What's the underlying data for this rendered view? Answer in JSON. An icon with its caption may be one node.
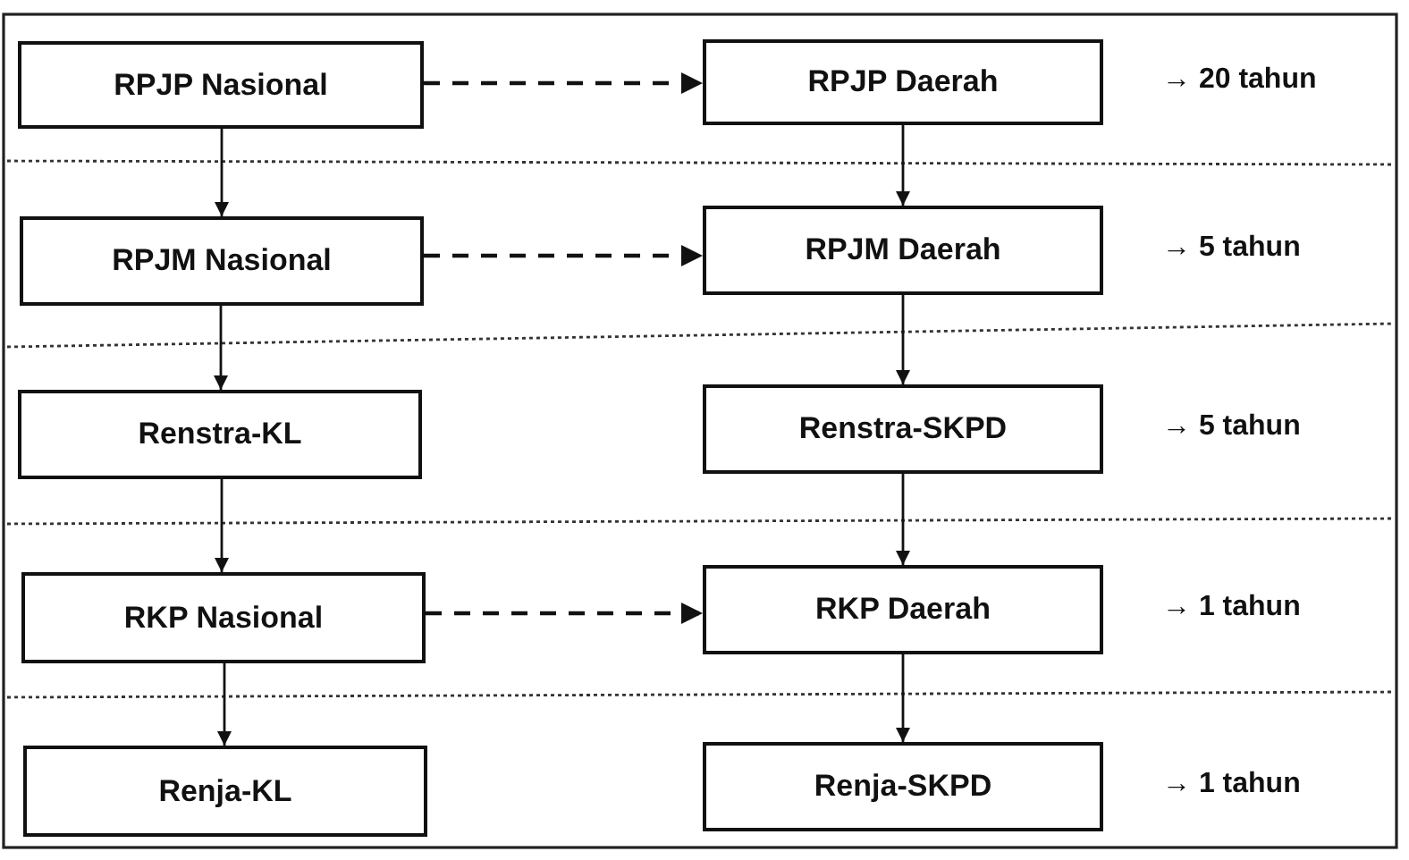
{
  "diagram": {
    "nodes": [
      {
        "text": [
          "RPJP Nasional"
        ]
      },
      {
        "text": [
          "RPJP Daerah"
        ],
        "beside": [
          "→ 20 tahun"
        ]
      },
      {
        "text": [
          "RPJM Nasional"
        ]
      },
      {
        "text": [
          "RPJM Daerah"
        ],
        "beside": [
          "→ 5 tahun"
        ]
      },
      {
        "text": [
          "Renstra-KL"
        ]
      },
      {
        "text": [
          "Renstra-SKPD"
        ],
        "beside": [
          "→ 5 tahun"
        ]
      },
      {
        "text": [
          "RKP Nasional"
        ]
      },
      {
        "text": [
          "RKP Daerah"
        ],
        "beside": [
          "→ 1 tahun"
        ]
      },
      {
        "text": [
          "Renja-KL"
        ]
      },
      {
        "text": [
          "Renja-SKPD"
        ],
        "beside": [
          "→ 1 tahun"
        ]
      }
    ],
    "edges": [
      {
        "from": 0,
        "to": 1,
        "arrow": "to",
        "style": "dashed"
      },
      {
        "from": 0,
        "to": 2,
        "arrow": "to"
      },
      {
        "from": 1,
        "to": 3,
        "arrow": "to"
      },
      {
        "from": 2,
        "to": 3,
        "arrow": "to",
        "style": "dashed"
      },
      {
        "from": 2,
        "to": 4,
        "arrow": "to"
      },
      {
        "from": 3,
        "to": 5,
        "arrow": "to"
      },
      {
        "from": 4,
        "to": 6,
        "arrow": "to"
      },
      {
        "from": 5,
        "to": 7,
        "arrow": "to"
      },
      {
        "from": 6,
        "to": 7,
        "arrow": "to",
        "style": "dashed"
      },
      {
        "from": 6,
        "to": 8,
        "arrow": "to"
      },
      {
        "from": 7,
        "to": 9,
        "arrow": "to"
      }
    ]
  }
}
